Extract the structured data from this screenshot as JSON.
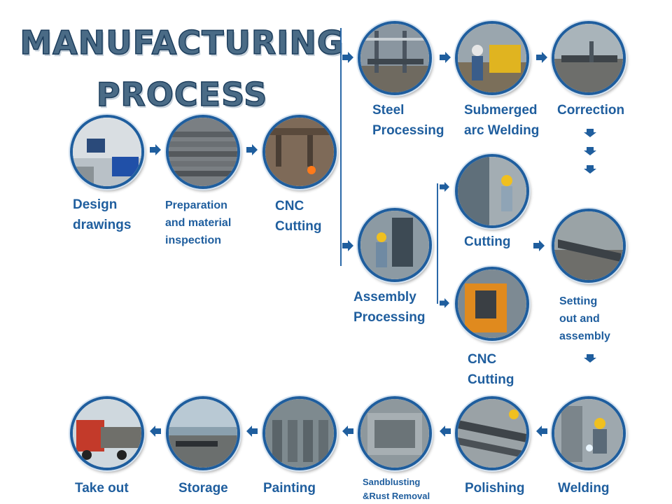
{
  "title": {
    "line1": "MANUFACTURING",
    "line2": "PROCESS"
  },
  "steps": [
    {
      "id": "design",
      "label": "Design\ndrawings"
    },
    {
      "id": "preparation",
      "label": "Preparation\nand material\ninspection"
    },
    {
      "id": "cnc1",
      "label": "CNC\nCutting"
    },
    {
      "id": "steel",
      "label": "Steel\nProcessing"
    },
    {
      "id": "submerged",
      "label": "Submerged\narc Welding"
    },
    {
      "id": "correction",
      "label": "Correction"
    },
    {
      "id": "assembly",
      "label": "Assembly\nProcessing"
    },
    {
      "id": "cutting",
      "label": "Cutting"
    },
    {
      "id": "cnc2",
      "label": "CNC\nCutting"
    },
    {
      "id": "setting",
      "label": "Setting\nout and\nassembly"
    },
    {
      "id": "welding",
      "label": "Welding"
    },
    {
      "id": "polishing",
      "label": "Polishing"
    },
    {
      "id": "sandblasting",
      "label": "Sandblusting\n&Rust Removal"
    },
    {
      "id": "painting",
      "label": "Painting"
    },
    {
      "id": "storage",
      "label": "Storage"
    },
    {
      "id": "takeout",
      "label": "Take out"
    }
  ],
  "colors": {
    "accent": "#1f5e9e",
    "title": "#4a6b86"
  },
  "icons": {
    "arrow_right": "arrow-right-icon",
    "arrow_left": "arrow-left-icon",
    "arrow_down": "arrow-down-icon"
  }
}
